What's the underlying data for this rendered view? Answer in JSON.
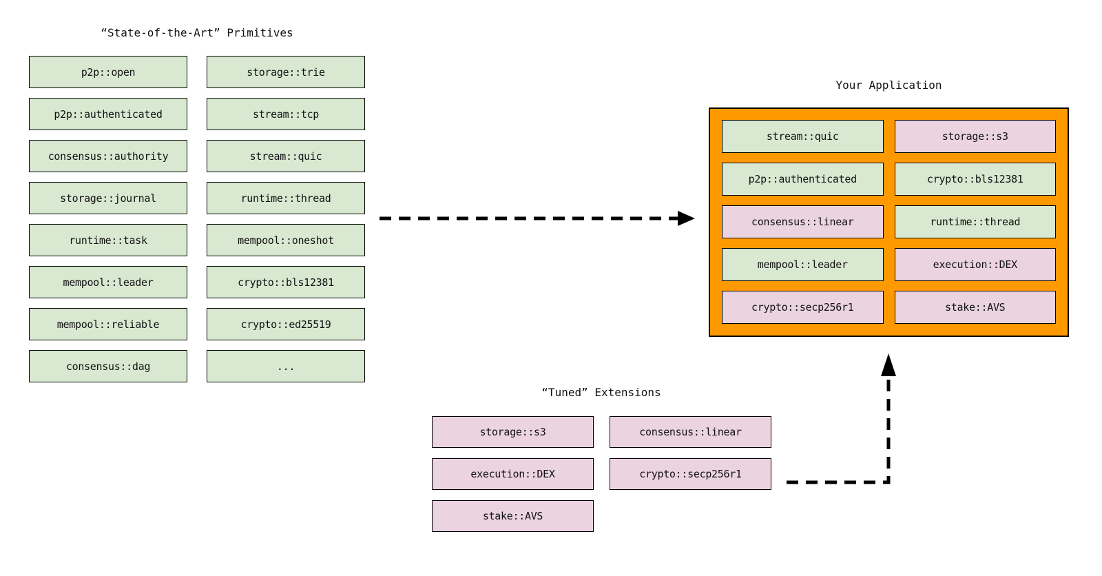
{
  "colors": {
    "green": "#d8e8d1",
    "pink": "#ebd3e0",
    "orange": "#ff9900",
    "border": "#000000",
    "ink": "#111111"
  },
  "primitives": {
    "title": "“State-of-the-Art” Primitives",
    "columns": [
      [
        "p2p::open",
        "p2p::authenticated",
        "consensus::authority",
        "storage::journal",
        "runtime::task",
        "mempool::leader",
        "mempool::reliable",
        "consensus::dag"
      ],
      [
        "storage::trie",
        "stream::tcp",
        "stream::quic",
        "runtime::thread",
        "mempool::oneshot",
        "crypto::bls12381",
        "crypto::ed25519",
        "..."
      ]
    ]
  },
  "application": {
    "title": "Your Application",
    "cells": [
      {
        "label": "stream::quic",
        "variant": "green"
      },
      {
        "label": "storage::s3",
        "variant": "pink"
      },
      {
        "label": "p2p::authenticated",
        "variant": "green"
      },
      {
        "label": "crypto::bls12381",
        "variant": "green"
      },
      {
        "label": "consensus::linear",
        "variant": "pink"
      },
      {
        "label": "runtime::thread",
        "variant": "green"
      },
      {
        "label": "mempool::leader",
        "variant": "green"
      },
      {
        "label": "execution::DEX",
        "variant": "pink"
      },
      {
        "label": "crypto::secp256r1",
        "variant": "pink"
      },
      {
        "label": "stake::AVS",
        "variant": "pink"
      }
    ]
  },
  "extensions": {
    "title": "“Tuned” Extensions",
    "columns": [
      [
        "storage::s3",
        "execution::DEX",
        "stake::AVS"
      ],
      [
        "consensus::linear",
        "crypto::secp256r1"
      ]
    ]
  }
}
